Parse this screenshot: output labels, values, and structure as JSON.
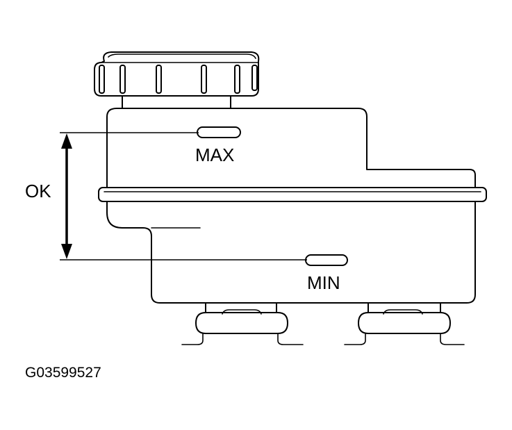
{
  "labels": {
    "max": "MAX",
    "min": "MIN",
    "ok": "OK"
  },
  "figure_code": "G03599527",
  "colors": {
    "line": "#000000",
    "background": "#ffffff"
  }
}
